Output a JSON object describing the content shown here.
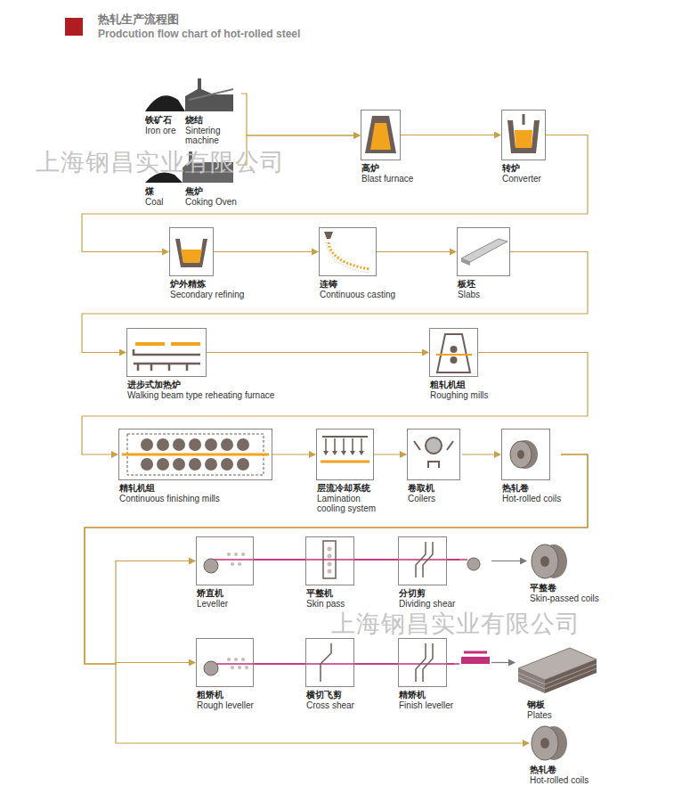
{
  "diagram": {
    "title": "热轧生产流程图",
    "nodes": [
      {
        "text": [
          "铁矿石",
          "Iron ore"
        ]
      },
      {
        "text": [
          "烧结",
          "Sintering machine"
        ]
      },
      {
        "text": [
          "煤",
          "Coal"
        ]
      },
      {
        "text": [
          "焦炉",
          "Coking Oven"
        ]
      },
      {
        "text": [
          "高炉",
          "Blast furnace"
        ]
      },
      {
        "text": [
          "转炉",
          "Converter"
        ]
      },
      {
        "text": [
          "炉外精炼",
          "Secondary refining"
        ]
      },
      {
        "text": [
          "连铸",
          "Continuous casting"
        ]
      },
      {
        "text": [
          "板坯",
          "Slabs"
        ]
      },
      {
        "text": [
          "进步式加热炉",
          "Walking beam type reheating furnace"
        ]
      },
      {
        "text": [
          "粗轧机组",
          "Roughing mills"
        ]
      },
      {
        "text": [
          "精轧机组",
          "Continuous finishing mills"
        ]
      },
      {
        "text": [
          "层流冷却系统",
          "Lamination cooling system"
        ]
      },
      {
        "text": [
          "卷取机",
          "Coilers"
        ]
      },
      {
        "text": [
          "热轧卷",
          "Hot-rolled coils"
        ]
      },
      {
        "text": [
          "矫直机",
          "Leveller"
        ]
      },
      {
        "text": [
          "平整机",
          "Skin pass"
        ]
      },
      {
        "text": [
          "分切剪",
          "Dividing shear"
        ]
      },
      {
        "text": [
          "平整卷",
          "Skin-passed coils"
        ]
      },
      {
        "text": [
          "粗矫机",
          "Rough leveller"
        ]
      },
      {
        "text": [
          "横切飞剪",
          "Cross shear"
        ]
      },
      {
        "text": [
          "精矫机",
          "Finish leveller"
        ]
      },
      {
        "text": [
          "钢板",
          "Plates"
        ]
      },
      {
        "text": [
          "热轧卷",
          "Hot-rolled coils"
        ]
      }
    ],
    "edges": [
      {
        "from": 1,
        "to": 4,
        "arrow": "to"
      },
      {
        "from": 3,
        "to": 4,
        "arrow": "to"
      },
      {
        "from": 4,
        "to": 5,
        "arrow": "to"
      },
      {
        "from": 5,
        "to": 6,
        "arrow": "to"
      },
      {
        "from": 6,
        "to": 7,
        "arrow": "to"
      },
      {
        "from": 7,
        "to": 8,
        "arrow": "to"
      },
      {
        "from": 8,
        "to": 9,
        "arrow": "to"
      },
      {
        "from": 9,
        "to": 10,
        "arrow": "to"
      },
      {
        "from": 10,
        "to": 11,
        "arrow": "to"
      },
      {
        "from": 11,
        "to": 12,
        "arrow": "to"
      },
      {
        "from": 12,
        "to": 13,
        "arrow": "to"
      },
      {
        "from": 13,
        "to": 14,
        "arrow": "to"
      },
      {
        "from": 14,
        "to": 15,
        "arrow": "to"
      },
      {
        "from": 14,
        "to": 19,
        "arrow": "to"
      },
      {
        "from": 14,
        "to": 23,
        "arrow": "to"
      },
      {
        "from": 15,
        "to": 16,
        "arrow": "none"
      },
      {
        "from": 16,
        "to": 17,
        "arrow": "none"
      },
      {
        "from": 17,
        "to": 18,
        "arrow": "to"
      },
      {
        "from": 19,
        "to": 20,
        "arrow": "none"
      },
      {
        "from": 20,
        "to": 21,
        "arrow": "none"
      },
      {
        "from": 21,
        "to": 22,
        "arrow": "to"
      }
    ],
    "labels": [
      "Prodcution flow chart of hot-rolled steel",
      "上海钢昌实业有限公司",
      "上海钢昌实业有限公司"
    ]
  }
}
